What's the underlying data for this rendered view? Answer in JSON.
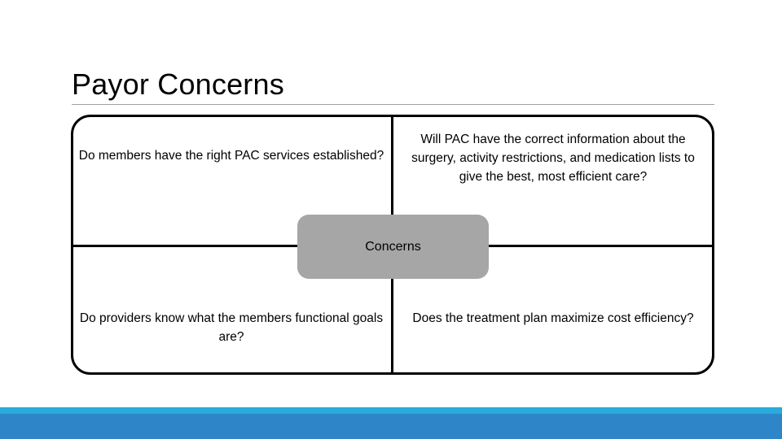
{
  "slide": {
    "title": "Payor Concerns",
    "background_color": "#ffffff",
    "title_rule_color": "#a0a0a0"
  },
  "matrix": {
    "border_color": "#000000",
    "hub": {
      "label": "Concerns",
      "fill_color": "#a6a6a6"
    },
    "quadrants": [
      {
        "position": "top-left",
        "text": "Do members have the right PAC services established?"
      },
      {
        "position": "top-right",
        "text": "Will PAC have the correct information about the surgery, activity restrictions, and medication lists to give the best, most efficient care?"
      },
      {
        "position": "bottom-left",
        "text": "Do providers know what the members functional goals are?"
      },
      {
        "position": "bottom-right",
        "text": "Does the treatment plan maximize cost efficiency?"
      }
    ]
  },
  "footer": {
    "accent_light_color": "#29abdc",
    "accent_dark_color": "#2e86c8"
  }
}
